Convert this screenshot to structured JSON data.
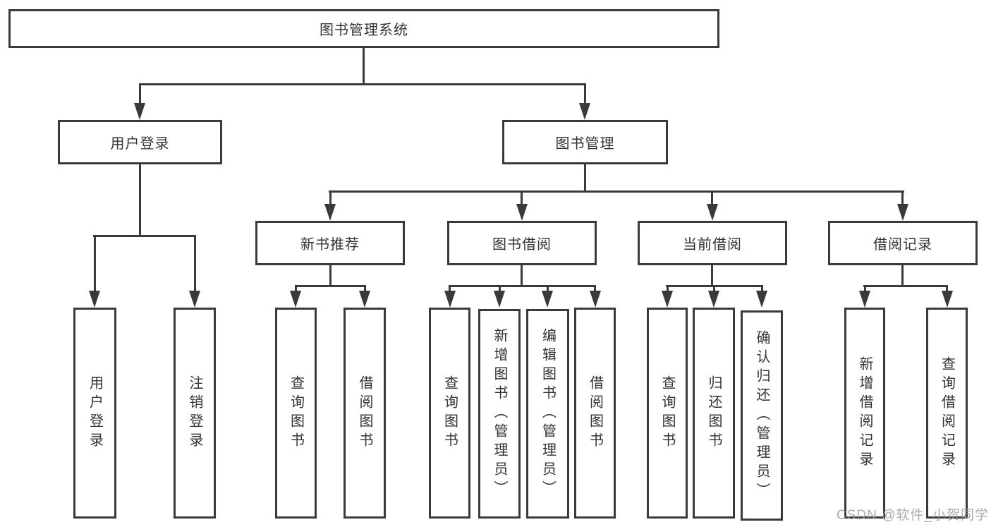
{
  "diagram": {
    "root": {
      "label": "图书管理系统"
    },
    "level2": [
      {
        "label": "用户登录",
        "children": [
          {
            "label": "用户登录"
          },
          {
            "label": "注销登录"
          }
        ]
      },
      {
        "label": "图书管理",
        "children": [
          {
            "label": "新书推荐",
            "children": [
              {
                "label": "查询图书"
              },
              {
                "label": "借阅图书"
              }
            ]
          },
          {
            "label": "图书借阅",
            "children": [
              {
                "label": "查询图书"
              },
              {
                "label": "新增图书（管理员）"
              },
              {
                "label": "编辑图书（管理员）"
              },
              {
                "label": "借阅图书"
              }
            ]
          },
          {
            "label": "当前借阅",
            "children": [
              {
                "label": "查询图书"
              },
              {
                "label": "归还图书"
              },
              {
                "label": "确认归还（管理员）"
              }
            ]
          },
          {
            "label": "借阅记录",
            "children": [
              {
                "label": "新增借阅记录"
              },
              {
                "label": "查询借阅记录"
              }
            ]
          }
        ]
      }
    ]
  },
  "watermark": {
    "text": "CSDN @软件_小贺同学"
  },
  "colors": {
    "line": "#3a3a3a",
    "text": "#333333",
    "background": "#ffffff",
    "watermark": "#9e9e9e"
  }
}
